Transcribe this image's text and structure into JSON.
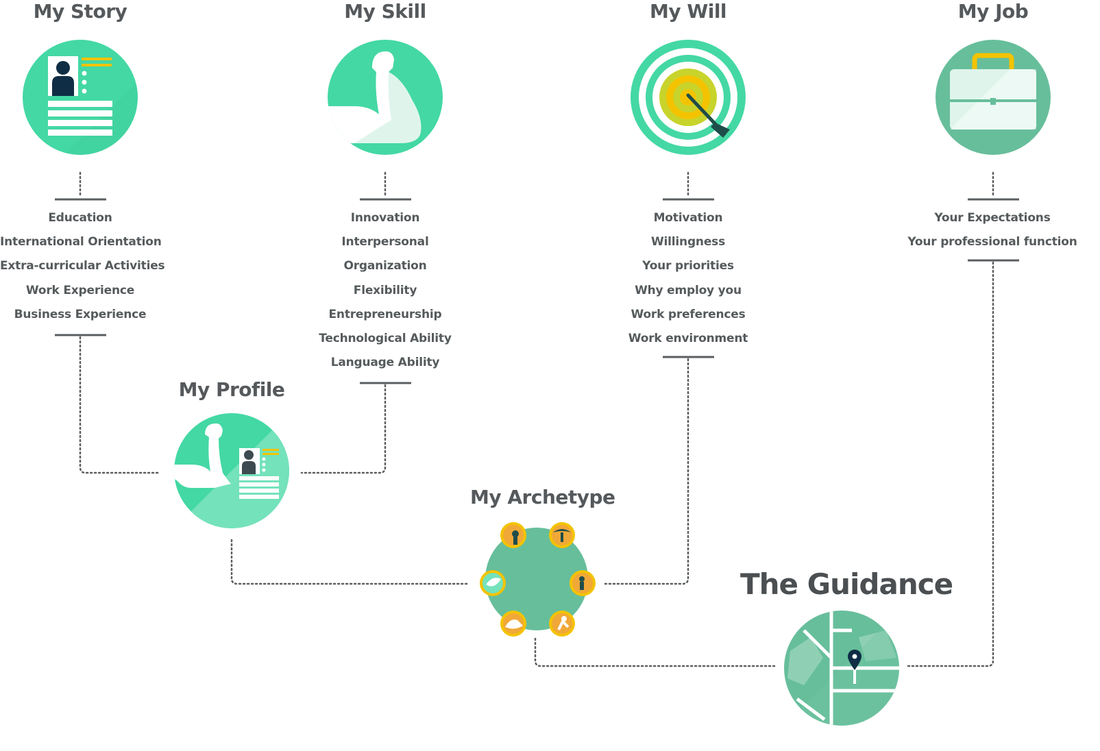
{
  "colors": {
    "mint": "#44d8a4",
    "mint_light": "#74e2bb",
    "sage": "#67be9b",
    "navy": "#0f2d44",
    "yellow": "#f4c300",
    "lime": "#c8d42c",
    "text": "#555a5c"
  },
  "story": {
    "title": "My Story",
    "icon": "resume-icon",
    "items": [
      "Education",
      "International Orientation",
      "Extra-curricular Activities",
      "Work Experience",
      "Business Experience"
    ]
  },
  "skill": {
    "title": "My Skill",
    "icon": "flexed-arm-icon",
    "items": [
      "Innovation",
      "Interpersonal",
      "Organization",
      "Flexibility",
      "Entrepreneurship",
      "Technological Ability",
      "Language Ability"
    ]
  },
  "will": {
    "title": "My Will",
    "icon": "target-icon",
    "items": [
      "Motivation",
      "Willingness",
      "Your priorities",
      "Why employ you",
      "Work preferences",
      "Work environment"
    ]
  },
  "job": {
    "title": "My Job",
    "icon": "briefcase-icon",
    "items": [
      "Your Expectations",
      "Your professional function"
    ]
  },
  "profile": {
    "title": "My Profile",
    "icon": "arm-and-resume-icon"
  },
  "archetype": {
    "title": "My Archetype",
    "icon": "archetype-wheel-icon"
  },
  "guidance": {
    "title": "The Guidance",
    "icon": "map-pin-icon"
  }
}
